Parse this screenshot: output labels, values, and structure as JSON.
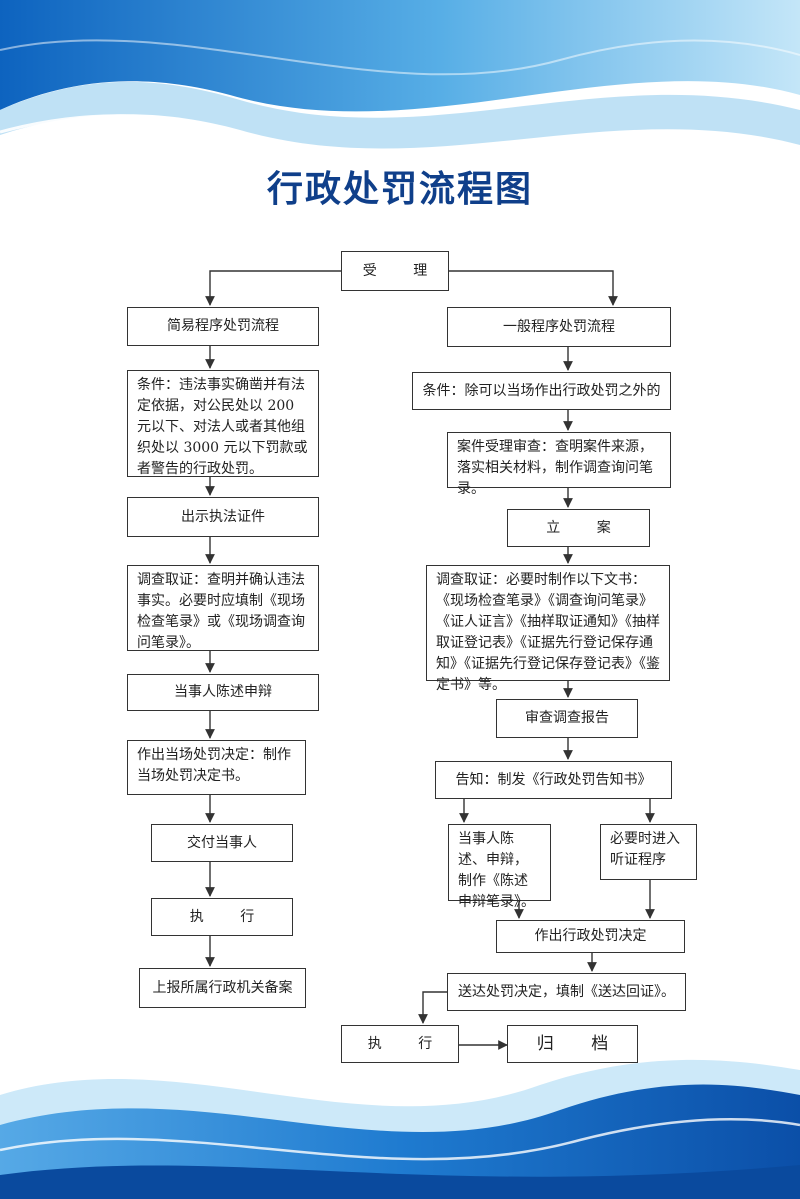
{
  "title": "行政处罚流程图",
  "colors": {
    "title": "#0f3f8a",
    "wave_dark": "#1a72c8",
    "wave_light": "#b9def4"
  },
  "nodes": {
    "accept": "受 理",
    "simple_flow": "简易程序处罚流程",
    "general_flow": "一般程序处罚流程",
    "simple_condition": "条件：违法事实确凿并有法定依据，对公民处以 200 元以下、对法人或者其他组织处以 3000 元以下罚款或者警告的行政处罚。",
    "general_condition": "条件：除可以当场作出行政处罚之外的",
    "show_credentials": "出示执法证件",
    "case_review": "案件受理审查：查明案件来源，落实相关材料，制作调查询问笔录。",
    "file_case": "立 案",
    "simple_investigation": "调查取证：查明并确认违法事实。必要时应填制《现场检查笔录》或《现场调查询问笔录》。",
    "general_investigation": "调查取证：必要时制作以下文书：《现场检查笔录》《调查询问笔录》《证人证言》《抽样取证通知》《抽样取证登记表》《证据先行登记保存通知》《证据先行登记保存登记表》《鉴定书》等。",
    "party_statement": "当事人陈述申辩",
    "review_report": "审查调查报告",
    "onsite_decision": "作出当场处罚决定：制作当场处罚决定书。",
    "notify": "告知：制发《行政处罚告知书》",
    "party_defense": "当事人陈述、申辩，制作《陈述申辩笔录》。",
    "hearing": "必要时进入听证程序",
    "deliver_party": "交付当事人",
    "make_decision": "作出行政处罚决定",
    "execute_simple": "执 行",
    "report_filing": "上报所属行政机关备案",
    "serve_decision": "送达处罚决定，填制《送达回证》。",
    "execute_general": "执 行",
    "archive": "归 档"
  }
}
